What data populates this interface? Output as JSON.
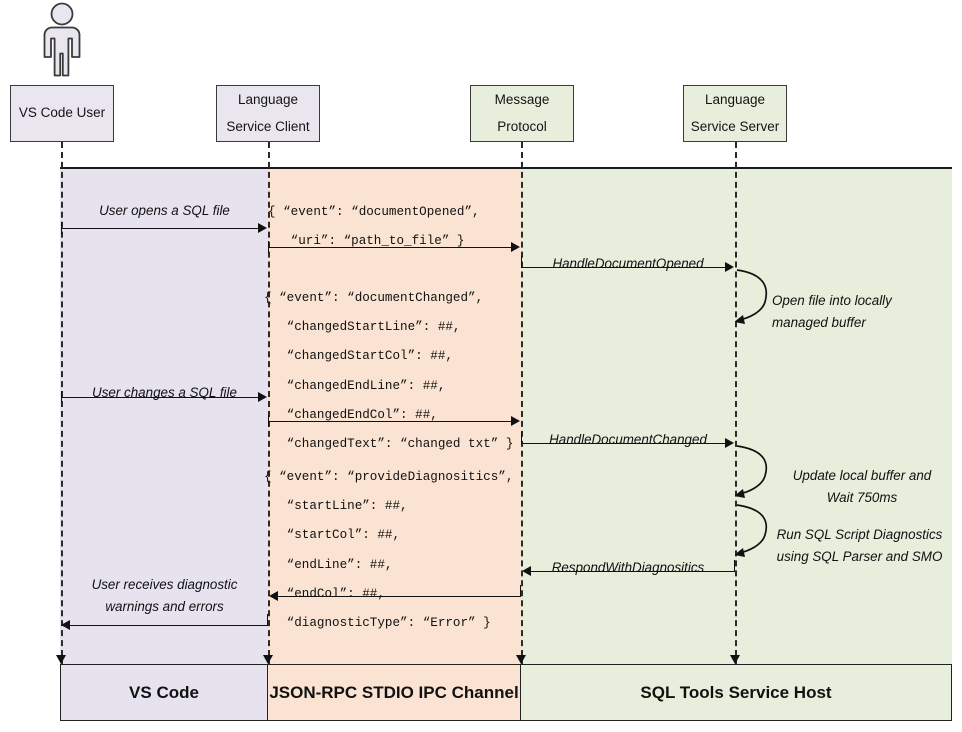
{
  "diagram": {
    "title": "SQL Tools Service language service sequence diagram",
    "colors": {
      "band_client": "#e6e3ee",
      "band_protocol": "#fae3d2",
      "band_server": "#e7efdc",
      "line": "#111111",
      "box_border": "#3a3a3a"
    }
  },
  "participants": [
    {
      "id": "vscode-user",
      "line1": "VS Code User",
      "line2": "",
      "fill": "lavender"
    },
    {
      "id": "language-client",
      "line1": "Language",
      "line2": "Service Client",
      "fill": "lavender"
    },
    {
      "id": "message-protocol",
      "line1": "Message",
      "line2": "Protocol",
      "fill": "green"
    },
    {
      "id": "language-server",
      "line1": "Language",
      "line2": "Service Server",
      "fill": "green"
    }
  ],
  "messages": [
    {
      "id": "user-opens-file",
      "label": "User opens a SQL file",
      "direction": "right"
    },
    {
      "id": "user-changes-file",
      "label": "User changes a SQL file",
      "direction": "right"
    },
    {
      "id": "user-receives-line1",
      "label": "User receives diagnostic",
      "direction": "left"
    },
    {
      "id": "user-receives-line2",
      "label": "warnings and errors",
      "direction": "left"
    },
    {
      "id": "handle-document-opened",
      "label": "HandleDocumentOpened",
      "direction": "right"
    },
    {
      "id": "handle-document-changed",
      "label": "HandleDocumentChanged",
      "direction": "right"
    },
    {
      "id": "respond-diagnostics",
      "label": "RespondWithDiagnositics",
      "direction": "left"
    }
  ],
  "payloads": [
    {
      "id": "document-opened-payload",
      "lines": [
        "{ “event”: “documentOpened”,",
        "   “uri”: “path_to_file” }"
      ]
    },
    {
      "id": "document-changed-payload",
      "lines": [
        "{ “event”: “documentChanged”,",
        "   “changedStartLine”: ##,",
        "   “changedStartCol”: ##,",
        "   “changedEndLine”: ##,",
        "   “changedEndCol”: ##,",
        "   “changedText”: “changed txt” }"
      ]
    },
    {
      "id": "provide-diagnostics-payload",
      "lines": [
        "{ “event”: “provideDiagnositics”,",
        "   “startLine”: ##,",
        "   “startCol”: ##,",
        "   “endLine”: ##,",
        "   “endCol”: ##,",
        "   “diagnosticType”: “Error” }"
      ]
    }
  ],
  "notes": [
    {
      "id": "open-file-note",
      "line1": "Open file into locally",
      "line2": "managed buffer"
    },
    {
      "id": "update-buffer-note",
      "line1": "Update local buffer and",
      "line2": "Wait 750ms"
    },
    {
      "id": "run-diagnostics-note",
      "line1": "Run SQL Script Diagnostics",
      "line2": "using SQL Parser and SMO"
    }
  ],
  "footer": [
    {
      "id": "footer-vscode",
      "label": "VS Code",
      "fill": "lavender"
    },
    {
      "id": "footer-ipc",
      "label": "JSON-RPC STDIO IPC Channel",
      "fill": "orange"
    },
    {
      "id": "footer-host",
      "label": "SQL Tools Service Host",
      "fill": "green"
    }
  ]
}
